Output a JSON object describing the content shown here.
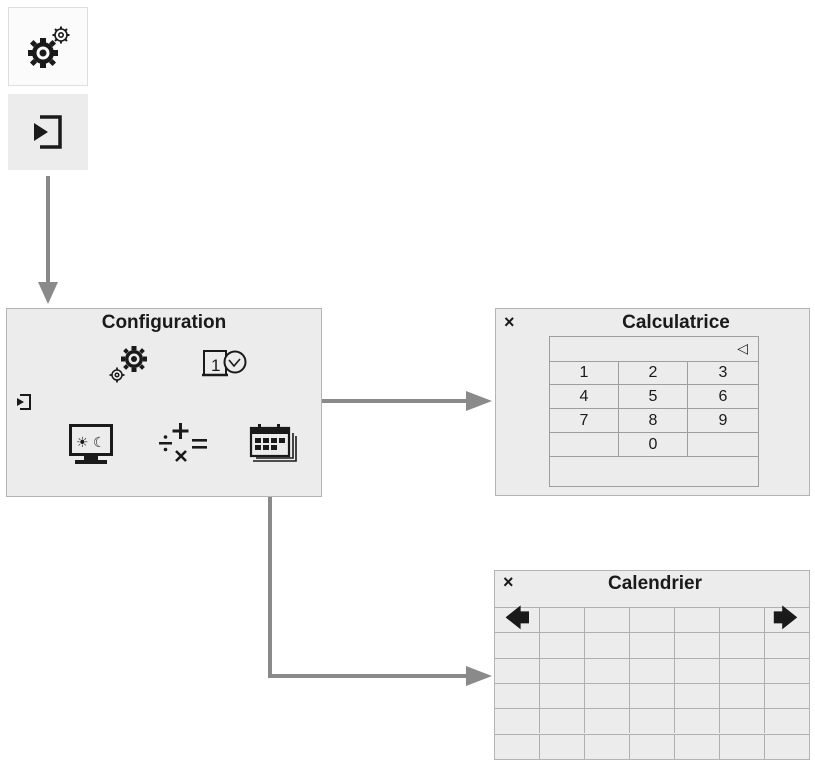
{
  "configuration": {
    "title": "Configuration",
    "items": [
      {
        "icon": "settings-gears-icon"
      },
      {
        "icon": "date-time-icon"
      },
      {
        "icon": "display-day-night-icon"
      },
      {
        "icon": "calculator-icon"
      },
      {
        "icon": "calendar-icon"
      }
    ],
    "exit_icon": "enter-icon"
  },
  "top_buttons": [
    {
      "icon": "settings-gears-icon"
    },
    {
      "icon": "enter-icon"
    }
  ],
  "calculator": {
    "title": "Calculatrice",
    "close_label": "×",
    "backspace_label": "◁",
    "keys": [
      [
        "1",
        "2",
        "3"
      ],
      [
        "4",
        "5",
        "6"
      ],
      [
        "7",
        "8",
        "9"
      ],
      [
        "",
        "0",
        ""
      ]
    ]
  },
  "calendar": {
    "title": "Calendrier",
    "close_label": "×",
    "prev_label": "🡄",
    "next_label": "🡆"
  },
  "colors": {
    "panel_bg": "#ececec",
    "panel_border": "#b4b4b4",
    "connector": "#8a8a8a"
  }
}
